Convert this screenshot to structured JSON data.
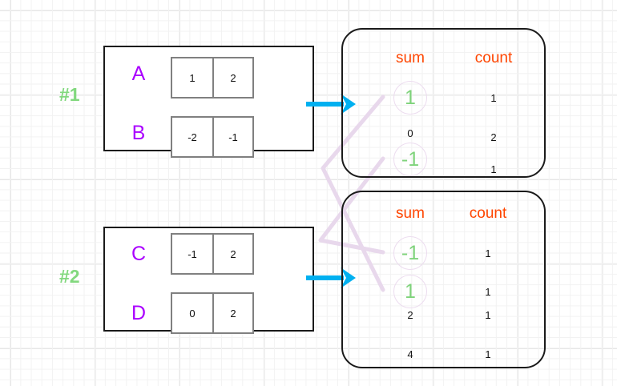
{
  "colors": {
    "group_label": "#82d87e",
    "letter": "#aa00ff",
    "header": "#ff4500",
    "highlight": "#7fd37b",
    "arrow": "#00b0f0",
    "link": "#e8d8ec",
    "panel_border": "#1a1a1a",
    "cell_border": "#808080",
    "grid_minor": "#f2f2f2",
    "grid_major": "#e4e4e4"
  },
  "groups": [
    {
      "label": "#1",
      "rows": [
        {
          "letter": "A",
          "cells": [
            "1",
            "2"
          ]
        },
        {
          "letter": "B",
          "cells": [
            "-2",
            "-1"
          ]
        }
      ]
    },
    {
      "label": "#2",
      "rows": [
        {
          "letter": "C",
          "cells": [
            "-1",
            "2"
          ]
        },
        {
          "letter": "D",
          "cells": [
            "0",
            "2"
          ]
        }
      ]
    }
  ],
  "tables": [
    {
      "headers": {
        "sum": "sum",
        "count": "count"
      },
      "rows": [
        {
          "sum": "1",
          "count": "1",
          "highlight": true
        },
        {
          "sum": "0",
          "count": "2",
          "highlight": false
        },
        {
          "sum": "-1",
          "count": "1",
          "highlight": true
        }
      ]
    },
    {
      "headers": {
        "sum": "sum",
        "count": "count"
      },
      "rows": [
        {
          "sum": "-1",
          "count": "1",
          "highlight": true
        },
        {
          "sum": "1",
          "count": "1",
          "highlight": true
        },
        {
          "sum": "2",
          "count": "1",
          "highlight": false
        },
        {
          "sum": "4",
          "count": "1",
          "highlight": false
        }
      ]
    }
  ],
  "arrows": [
    {
      "name": "arrow-group1-to-table1"
    },
    {
      "name": "arrow-group2-to-table2"
    }
  ],
  "links": [
    {
      "name": "link-sum-1",
      "from": "table1.sum.1",
      "to": "table2.sum.1"
    },
    {
      "name": "link-sum-minus1",
      "from": "table1.sum.-1",
      "to": "table2.sum.-1"
    }
  ]
}
